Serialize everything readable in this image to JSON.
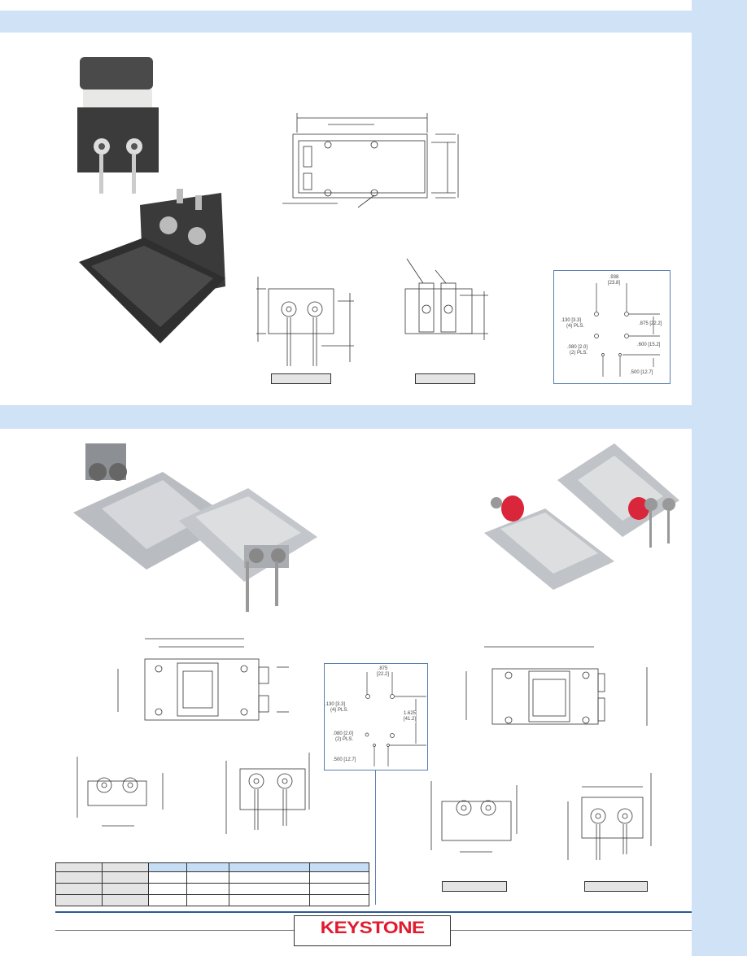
{
  "brand": {
    "logo_text": "KEYSTONE",
    "accent_color": "#e11b2d",
    "band_color": "#cfe2f6"
  },
  "section1": {
    "pcb_layout": {
      "d1": ".938",
      "d1m": "[23.8]",
      "d2": ".130 [3.3]",
      "d2n": "(4) PLS.",
      "d3": ".875 [22.2]",
      "d4": ".080 [2.0]",
      "d4n": "(2) PLS.",
      "d5": ".600 [15.2]",
      "d6": ".500 [12.7]"
    }
  },
  "section2": {
    "pcb_layout": {
      "d1": ".875",
      "d1m": "[22.2]",
      "d2": ".130 [3.3]",
      "d2n": "(4) PLS.",
      "d3": "1.625",
      "d3m": "[41.2]",
      "d4": ".080 [2.0]",
      "d4n": "(2) PLS.",
      "d6": ".500 [12.7]"
    }
  }
}
